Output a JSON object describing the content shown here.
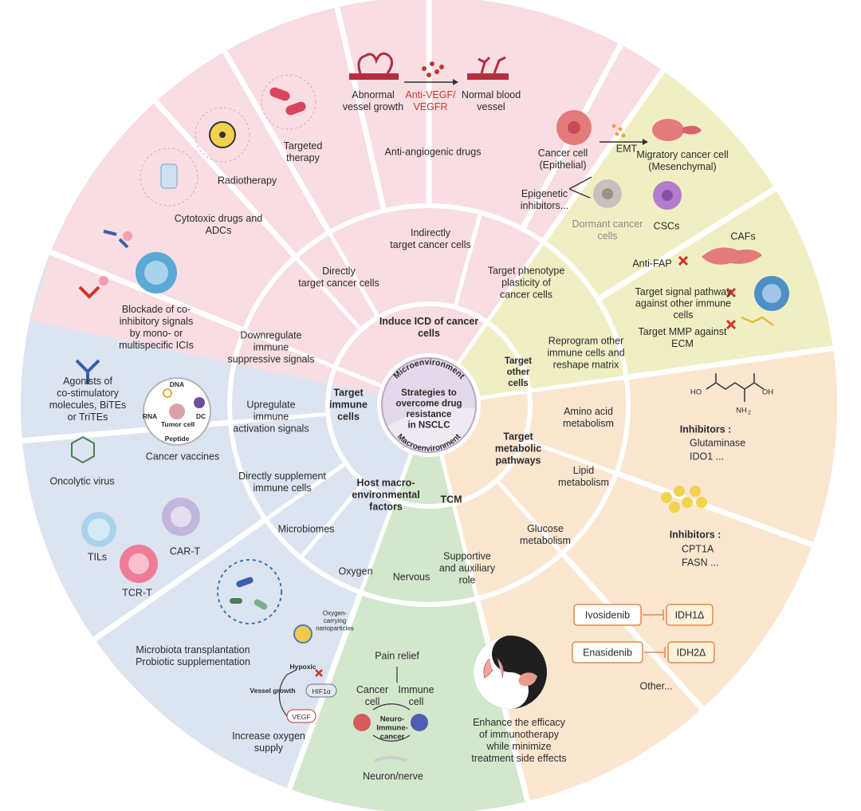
{
  "center": {
    "title_lines": [
      "Strategies to",
      "overcome drug",
      "resistance",
      "in NSCLC"
    ],
    "microenvironment": "Microenvironment",
    "macroenvironment": "Macroenvironment"
  },
  "categories": {
    "icd": [
      "Induce ICD of cancer",
      "cells"
    ],
    "immune": [
      "Target",
      "immune",
      "cells"
    ],
    "other_cells": [
      "Target",
      "other",
      "cells"
    ],
    "metabolic": [
      "Target",
      "metabolic",
      "pathways"
    ],
    "tcm": [
      "TCM"
    ],
    "host": [
      "Host macro-",
      "environmental",
      "factors"
    ]
  },
  "ring2": {
    "directly_target": [
      "Directly",
      "target cancer cells"
    ],
    "indirectly_target": [
      "Indirectly",
      "target cancer cells"
    ],
    "phenotype": [
      "Target phenotype",
      "plasticity of",
      "cancer cells"
    ],
    "reprogram": [
      "Reprogram other",
      "immune cells and",
      "reshape  matrix"
    ],
    "amino_acid": [
      "Amino acid",
      "metabolism"
    ],
    "lipid": [
      "Lipid",
      "metabolism"
    ],
    "glucose": [
      "Glucose",
      "metabolism"
    ],
    "supportive": [
      "Supportive",
      "and auxiliary",
      "role"
    ],
    "nervous": [
      "Nervous"
    ],
    "oxygen": [
      "Oxygen"
    ],
    "microbiomes": [
      "Microbiomes"
    ],
    "supplement": [
      "Directly supplement",
      "immune cells"
    ],
    "upregulate": [
      "Upregulate",
      "immune",
      "activation signals"
    ],
    "downregulate": [
      "Downregulate",
      "immune",
      "suppressive signals"
    ]
  },
  "outer": {
    "cytotoxic": {
      "targeted_therapy": [
        "Targeted",
        "therapy"
      ],
      "radiotherapy": "Radiotherapy",
      "label": [
        "Cytotoxic drugs and",
        "ADCs"
      ]
    },
    "anti_angio": {
      "abnormal": [
        "Abnormal",
        "vessel growth"
      ],
      "anti_vegf": [
        "Anti-VEGF/",
        "VEGFR"
      ],
      "normal": [
        "Normal blood",
        "vessel"
      ],
      "label": "Anti-angiogenic drugs"
    },
    "emt": {
      "cancer_cell": [
        "Cancer cell",
        "(Epithelial)"
      ],
      "emt": "EMT",
      "migratory": [
        "Migratory cancer cell",
        "(Mesenchymal)"
      ],
      "epigenetic": [
        "Epigenetic",
        "inhibitors..."
      ],
      "dormant": [
        "Dormant cancer",
        "cells"
      ],
      "cscs": "CSCs"
    },
    "caf": {
      "cafs": "CAFs",
      "anti_fap": "Anti-FAP",
      "signal": [
        "Target signal pathway",
        "against other immune",
        "cells"
      ],
      "mmp": [
        "Target MMP against",
        "ECM"
      ]
    },
    "amino": {
      "ho_left": "HO",
      "oh_right": "OH",
      "nh2": "NH",
      "nh2_sub": "2",
      "inhibitors": "Inhibitors :",
      "items": [
        "Glutaminase",
        "IDO1 ..."
      ]
    },
    "lipid": {
      "inhibitors": "Inhibitors :",
      "items": [
        "CPT1A",
        "FASN ..."
      ]
    },
    "glucose": {
      "drug1": "Ivosidenib",
      "target1": "IDH1Δ",
      "drug2": "Enasidenib",
      "target2": "IDH2Δ",
      "other": "Other..."
    },
    "tcm": [
      "Enhance the efficacy",
      "of immunotherapy",
      "while minimize",
      "treatment side effects"
    ],
    "nerve": {
      "pain": "Pain relief",
      "cancer_cell": [
        "Cancer",
        "cell"
      ],
      "immune_cell": [
        "Immune",
        "cell"
      ],
      "center": [
        "Neuro-",
        "Immune-",
        "cancer"
      ],
      "label": "Neuron/nerve"
    },
    "oxygen": {
      "carrier": [
        "Oxygen-",
        "carrying",
        "nanoparticles"
      ],
      "hypoxic": "Hypoxic",
      "vessel_growth": "Vessel growth",
      "hif": "HIF1α",
      "vegf": "VEGF",
      "label": [
        "Increase oxygen",
        "supply"
      ]
    },
    "microbiota": [
      "Microbiota transplantation",
      "Probiotic supplementation"
    ],
    "cells": {
      "tils": "TILs",
      "car_t": "CAR-T",
      "tcr_t": "TCR-T"
    },
    "vaccines": {
      "agonists": [
        "Agonists of",
        "co-stimulatory",
        "molecules, BiTEs",
        "or TriTEs"
      ],
      "dna": "DNA",
      "rna": "RNA",
      "tumor": "Tumor cell",
      "dc": "DC",
      "peptide": "Peptide",
      "label": "Cancer vaccines",
      "oncolytic": "Oncolytic virus"
    },
    "blockade": [
      "Blockade of co-",
      "inhibitory signals",
      "by mono- or",
      "multispecific ICIs"
    ]
  },
  "colors": {
    "pink": "#f8dde2",
    "yellow_green": "#f0efc4",
    "peach": "#fbe6d0",
    "green": "#d3e7cd",
    "blue": "#dce4f1",
    "center_purple": "#e4d9ea"
  }
}
